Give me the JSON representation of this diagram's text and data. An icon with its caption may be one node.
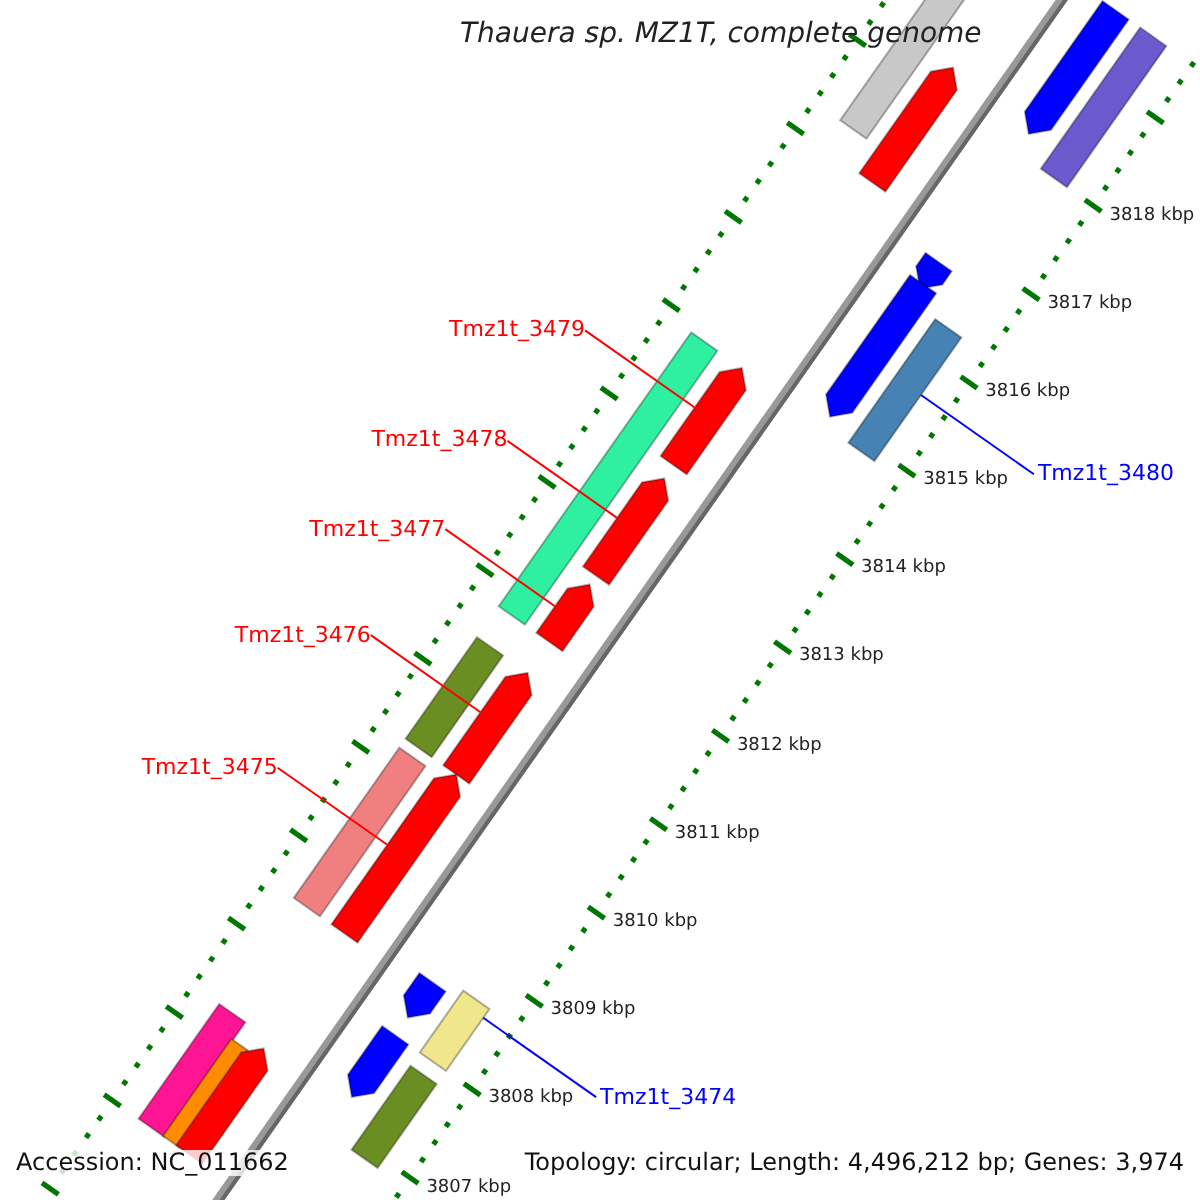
{
  "diagram": {
    "title": "Thauera sp. MZ1T, complete genome",
    "nodes": [
      {
        "text": [
          "Tmz1t_3479"
        ]
      },
      {
        "text": [],
        "shape": "bar"
      },
      {
        "text": [
          "Tmz1t_3478"
        ]
      },
      {
        "text": [],
        "shape": "bar"
      },
      {
        "text": [
          "Tmz1t_3477"
        ]
      },
      {
        "text": [],
        "shape": "bar"
      },
      {
        "text": [
          "Tmz1t_3476"
        ]
      },
      {
        "text": [],
        "shape": "bar"
      },
      {
        "text": [
          "Tmz1t_3475"
        ]
      },
      {
        "text": [],
        "shape": "bar"
      },
      {
        "text": [
          "Tmz1t_3480"
        ]
      },
      {
        "text": [],
        "shape": "bar"
      },
      {
        "text": [
          "Tmz1t_3474"
        ]
      },
      {
        "text": [],
        "shape": "bar"
      },
      {
        "text": [],
        "shape": "bar"
      },
      {
        "text": [],
        "shape": "bar"
      },
      {
        "text": [],
        "shape": "bar"
      },
      {
        "text": [],
        "shape": "bar"
      },
      {
        "text": [],
        "shape": "bar"
      },
      {
        "text": [],
        "shape": "bar"
      },
      {
        "text": [],
        "shape": "bar"
      },
      {
        "text": [],
        "shape": "bar"
      },
      {
        "text": [],
        "shape": "bar"
      },
      {
        "text": [],
        "shape": "bar"
      },
      {
        "text": [],
        "shape": "bar"
      },
      {
        "text": [],
        "shape": "bar"
      },
      {
        "text": [],
        "shape": "bar"
      },
      {
        "text": [],
        "shape": "bar"
      },
      {
        "text": [],
        "shape": "bar"
      }
    ],
    "edges": [
      {
        "from": 0,
        "to": 1,
        "arrow": "none"
      },
      {
        "from": 2,
        "to": 3,
        "arrow": "none"
      },
      {
        "from": 4,
        "to": 5,
        "arrow": "none"
      },
      {
        "from": 6,
        "to": 7,
        "arrow": "none"
      },
      {
        "from": 8,
        "to": 9,
        "arrow": "none"
      },
      {
        "from": 10,
        "to": 11,
        "arrow": "none",
        "color": "#0000ff"
      },
      {
        "from": 12,
        "to": 13,
        "arrow": "none",
        "color": "#0000ff"
      }
    ],
    "labels": [
      "3818 kbp",
      "3817 kbp",
      "3816 kbp",
      "3815 kbp",
      "3814 kbp",
      "3813 kbp",
      "3812 kbp",
      "3811 kbp",
      "3810 kbp",
      "3809 kbp",
      "3808 kbp",
      "3807 kbp",
      "Accession: NC_011662",
      "Topology: circular; Length: 4,496,212 bp; Genes: 3,974"
    ]
  }
}
